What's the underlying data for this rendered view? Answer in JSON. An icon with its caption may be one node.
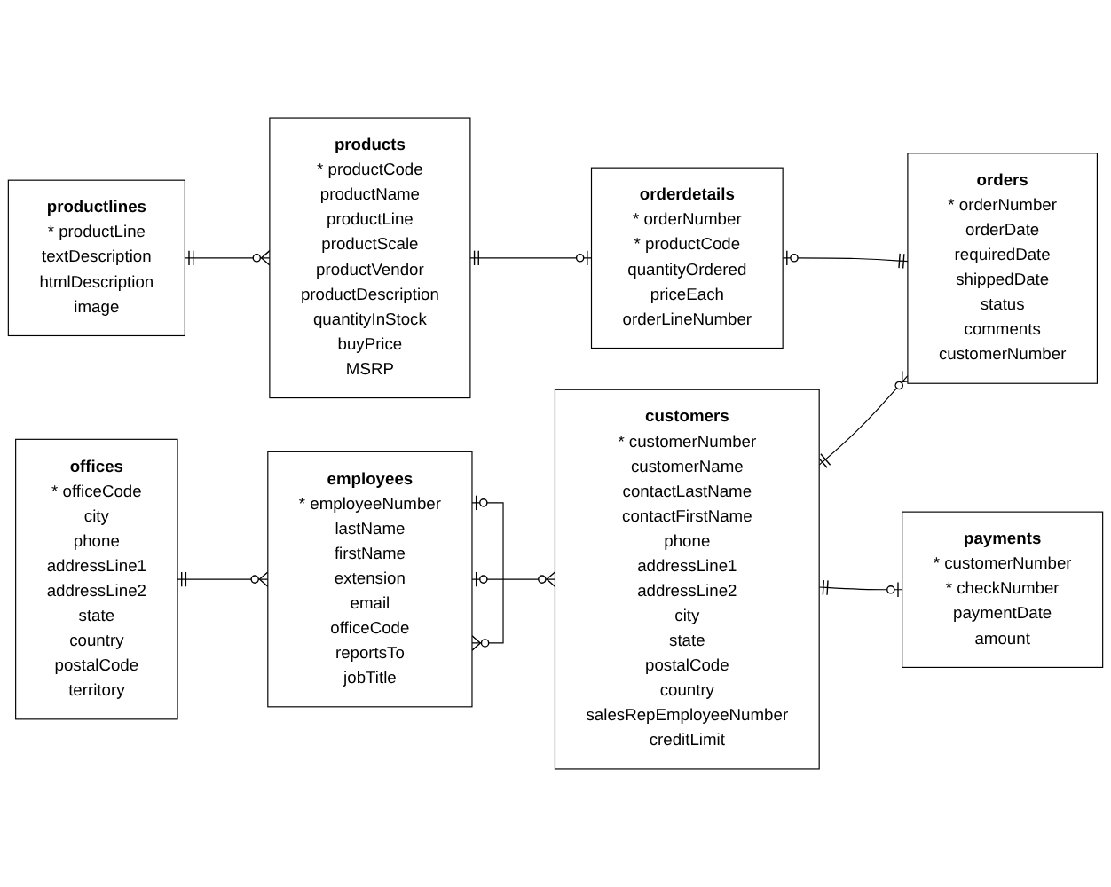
{
  "diagram": {
    "nodes": [
      {
        "text": [
          "productlines",
          "* productLine",
          "textDescription",
          "htmlDescription",
          "image"
        ]
      },
      {
        "text": [
          "products",
          "* productCode",
          "productName",
          "productLine",
          "productScale",
          "productVendor",
          "productDescription",
          "quantityInStock",
          "buyPrice",
          "MSRP"
        ]
      },
      {
        "text": [
          "orderdetails",
          "* orderNumber",
          "* productCode",
          "quantityOrdered",
          "priceEach",
          "orderLineNumber"
        ]
      },
      {
        "text": [
          "employees",
          "* employeeNumber",
          "lastName",
          "firstName",
          "extension",
          "email",
          "officeCode",
          "reportsTo",
          "jobTitle"
        ]
      },
      {
        "text": [
          "customers",
          "* customerNumber",
          "customerName",
          "contactLastName",
          "contactFirstName",
          "phone",
          "addressLine1",
          "addressLine2",
          "city",
          "state",
          "postalCode",
          "country",
          "salesRepEmployeeNumber",
          "creditLimit"
        ]
      },
      {
        "text": [
          "orders",
          "* orderNumber",
          "orderDate",
          "requiredDate",
          "shippedDate",
          "status",
          "comments",
          "customerNumber"
        ]
      },
      {
        "text": [
          "offices",
          "* officeCode",
          "city",
          "phone",
          "addressLine1",
          "addressLine2",
          "state",
          "country",
          "postalCode",
          "territory"
        ]
      },
      {
        "text": [
          "payments",
          "* customerNumber",
          "* checkNumber",
          "paymentDate",
          "amount"
        ]
      }
    ],
    "edges": [
      {
        "from": 0,
        "to": 1,
        "arrow": "other"
      },
      {
        "from": 1,
        "to": 2,
        "arrow": "other"
      },
      {
        "from": 2,
        "to": 5,
        "arrow": "other"
      },
      {
        "from": 3,
        "to": 3,
        "arrow": "other"
      },
      {
        "from": 3,
        "to": 4,
        "arrow": "other"
      },
      {
        "from": 6,
        "to": 3,
        "arrow": "other"
      },
      {
        "from": 4,
        "to": 5,
        "arrow": "other"
      },
      {
        "from": 4,
        "to": 7,
        "arrow": "other"
      }
    ]
  }
}
